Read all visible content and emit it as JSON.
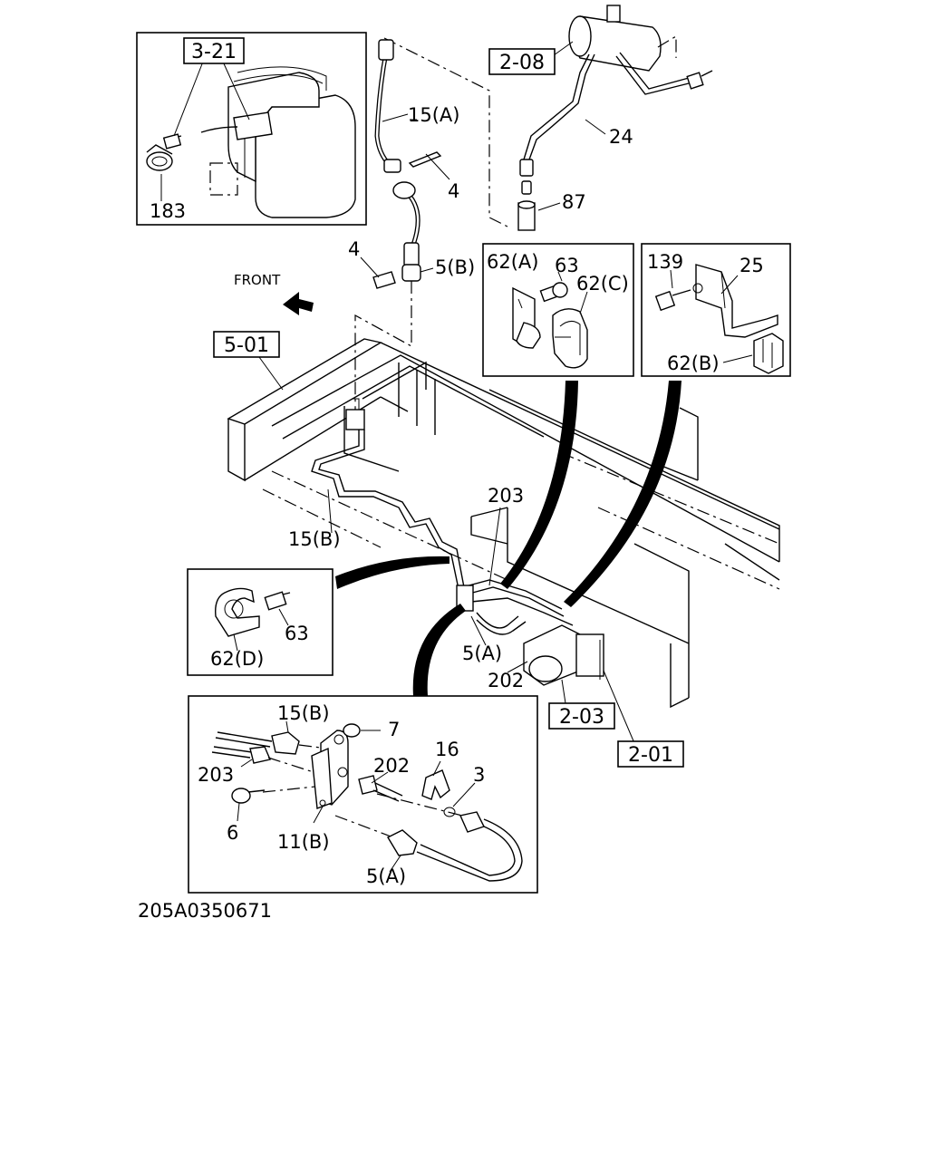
{
  "diagram": {
    "code": "205A0350671",
    "direction": "FRONT",
    "refs": {
      "r321": "3-21",
      "r208": "2-08",
      "r501": "5-01",
      "r203": "2-03",
      "r201": "2-01"
    },
    "parts": {
      "p183": "183",
      "p15a": "15(A)",
      "p4a": "4",
      "p4b": "4",
      "p5b": "5(B)",
      "p24": "24",
      "p87": "87",
      "p62a": "62(A)",
      "p63a": "63",
      "p62c": "62(C)",
      "p139": "139",
      "p25": "25",
      "p62b": "62(B)",
      "p203a": "203",
      "p15b": "15(B)",
      "p62d": "62(D)",
      "p63b": "63",
      "p5a": "5(A)",
      "p202": "202",
      "p15b2": "15(B)",
      "p7": "7",
      "p203b": "203",
      "p202b": "202",
      "p16": "16",
      "p3": "3",
      "p6": "6",
      "p11b": "11(B)",
      "p5a2": "5(A)"
    }
  }
}
